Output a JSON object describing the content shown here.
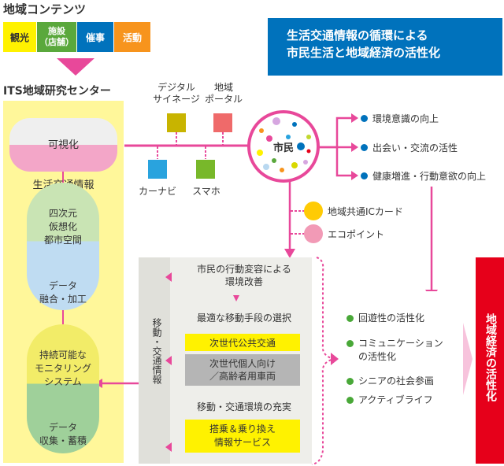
{
  "header": {
    "local_contents_title": "地域コンテンツ",
    "tiles": [
      {
        "label": "観光",
        "color": "#fff200",
        "text_color": "#333333"
      },
      {
        "label": "施設\n（店舗）",
        "color": "#5aa83c",
        "text_color": "#ffffff"
      },
      {
        "label": "催事",
        "color": "#0072bc",
        "text_color": "#ffffff"
      },
      {
        "label": "活動",
        "color": "#f7941d",
        "text_color": "#ffffff"
      }
    ],
    "headline_line1": "生活交通情報の循環による",
    "headline_line2": "市民生活と地域経済の活性化"
  },
  "center": {
    "title": "ITS地域研究センター",
    "visualize": "可視化",
    "traffic_info": "生活交通情報",
    "virtual_space": "四次元\n仮想化\n都市空間",
    "data_fusion": "データ\n融合・加工",
    "monitoring": "持続可能な\nモニタリング\nシステム",
    "data_collection": "データ\n収集・蓄積"
  },
  "media": {
    "digital_signage": "デジタル\nサイネージ",
    "local_portal": "地域\nポータル",
    "car_navi": "カーナビ",
    "smartphone": "スマホ"
  },
  "citizen": {
    "label": "市民",
    "ic_card": "地域共通ICカード",
    "eco_point": "エコポイント"
  },
  "outcomes": [
    "環境意識の向上",
    "出会い・交流の活性",
    "健康増進・行動意欲の向上"
  ],
  "mobility": {
    "vertical_label": "移動・交通情報",
    "behavior_change": "市民の行動変容による\n環境改善",
    "optimal_means": "最適な移動手段の選択",
    "next_public": "次世代公共交通",
    "next_personal": "次世代個人向け\n／高齢者用車両",
    "environment": "移動・交通環境の充実",
    "transfer_info": "搭乗＆乗り換え\n情報サービス"
  },
  "economy_effects": [
    "回遊性の活性化",
    "コミュニケーション\nの活性化",
    "シニアの社会参画",
    "アクティブライフ"
  ],
  "economy_label": "地域経済の活性化",
  "colors": {
    "magenta": "#e8489a",
    "blue": "#0072bc",
    "yellow_panel": "#fff79a",
    "red": "#e6001a",
    "green": "#49a838"
  }
}
